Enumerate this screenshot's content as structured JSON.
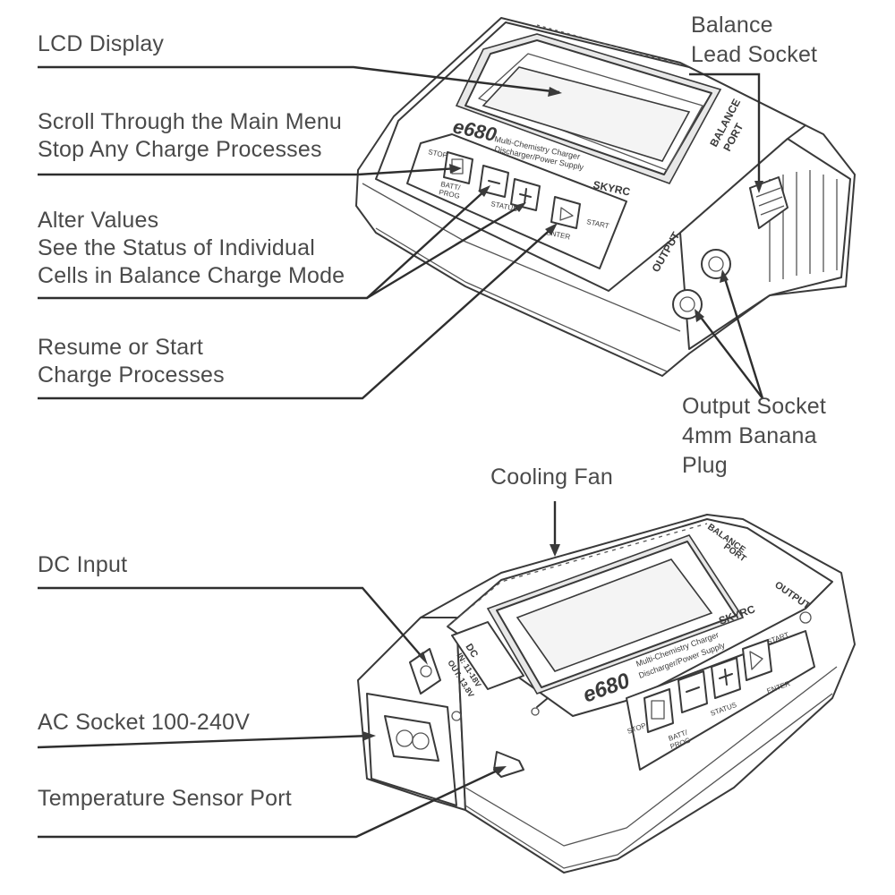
{
  "labels": {
    "lcd_display": "LCD Display",
    "balance_lead_socket": [
      "Balance",
      "Lead Socket"
    ],
    "scroll_menu": [
      "Scroll Through the Main Menu",
      "Stop Any Charge Processes"
    ],
    "alter_values": [
      "Alter Values",
      "See the Status of Individual",
      "Cells in Balance Charge Mode"
    ],
    "resume_start": [
      "Resume or Start",
      "Charge Processes"
    ],
    "output_socket": [
      "Output Socket",
      "4mm Banana",
      "Plug"
    ],
    "cooling_fan": "Cooling Fan",
    "dc_input": "DC Input",
    "ac_socket": "AC Socket 100-240V",
    "temp_sensor_port": "Temperature Sensor Port"
  },
  "device": {
    "model": "e680",
    "description": [
      "Multi-Chemistry Charger",
      "Discharger/Power Supply"
    ],
    "brand": "SKYRC",
    "buttons": {
      "stop": "STOP",
      "batt_prog": [
        "BATT/",
        "PROG"
      ],
      "status": "STATUS",
      "enter": "ENTER",
      "start": "START"
    },
    "balance_port": [
      "BALANCE",
      "PORT"
    ],
    "output": "OUTPUT",
    "dc_spec": [
      "DC",
      "IN: 11-18V",
      "OUT: 13.8V"
    ]
  }
}
